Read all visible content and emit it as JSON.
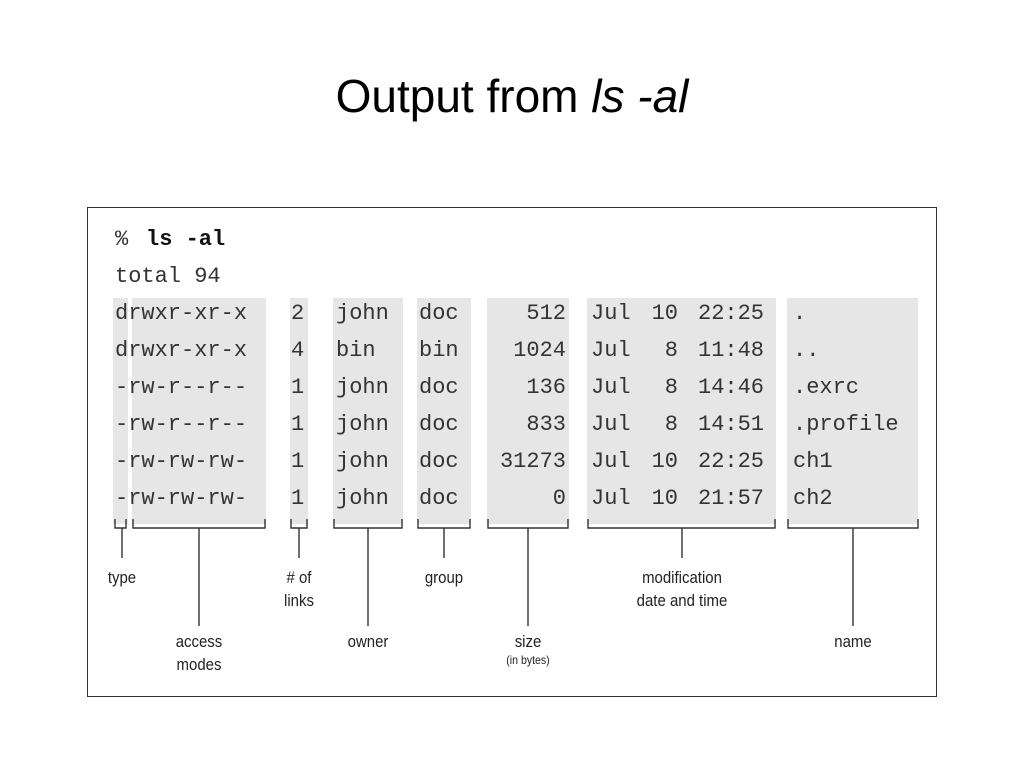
{
  "title": {
    "prefix": "Output from ",
    "command": "ls -al"
  },
  "terminal": {
    "prompt": "%",
    "command": "ls -al",
    "total_line": "total 94",
    "rows": [
      {
        "modes": "drwxr-xr-x",
        "links": "2",
        "owner": "john",
        "group": "doc",
        "size": "512",
        "month": "Jul",
        "day": "10",
        "time": "22:25",
        "name": "."
      },
      {
        "modes": "drwxr-xr-x",
        "links": "4",
        "owner": "bin",
        "group": "bin",
        "size": "1024",
        "month": "Jul",
        "day": "8",
        "time": "11:48",
        "name": ".."
      },
      {
        "modes": "-rw-r--r--",
        "links": "1",
        "owner": "john",
        "group": "doc",
        "size": "136",
        "month": "Jul",
        "day": "8",
        "time": "14:46",
        "name": ".exrc"
      },
      {
        "modes": "-rw-r--r--",
        "links": "1",
        "owner": "john",
        "group": "doc",
        "size": "833",
        "month": "Jul",
        "day": "8",
        "time": "14:51",
        "name": ".profile"
      },
      {
        "modes": "-rw-rw-rw-",
        "links": "1",
        "owner": "john",
        "group": "doc",
        "size": "31273",
        "month": "Jul",
        "day": "10",
        "time": "22:25",
        "name": "ch1"
      },
      {
        "modes": "-rw-rw-rw-",
        "links": "1",
        "owner": "john",
        "group": "doc",
        "size": "0",
        "month": "Jul",
        "day": "10",
        "time": "21:57",
        "name": "ch2"
      }
    ]
  },
  "labels": {
    "type": "type",
    "access_modes_1": "access",
    "access_modes_2": "modes",
    "links_1": "# of",
    "links_2": "links",
    "owner": "owner",
    "group": "group",
    "size": "size",
    "size_sub": "(in bytes)",
    "mod_1": "modification",
    "mod_2": "date and time",
    "name": "name"
  },
  "colors": {
    "shade": "#e6e6e6",
    "line": "#333333"
  }
}
